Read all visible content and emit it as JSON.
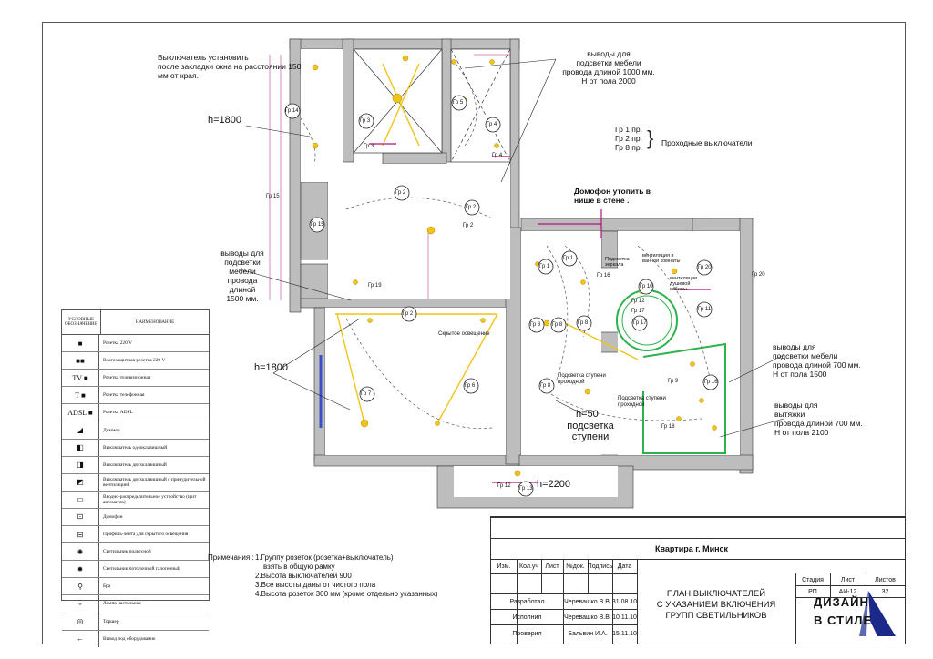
{
  "annotations": {
    "switch_note": [
      "Выключатель установить",
      "после закладки окна на расстоянии 150",
      "мм от края."
    ],
    "furniture_top": [
      "выводы для",
      "подсветки мебели",
      "провода длиной 1000 мм.",
      "Н от пола 2000"
    ],
    "pass_switches": [
      "Гр 1 пр.",
      "Гр 2 пр.",
      "Гр 8 пр."
    ],
    "pass_switches_label": "Проходные выключатели",
    "intercom": [
      "Домофон утопить в",
      "нише в стене ."
    ],
    "furniture_left": [
      "выводы для",
      "подсветки мебели",
      "провода длиной",
      "1500 мм."
    ],
    "furniture_right": [
      "выводы для",
      "подсветки мебели",
      "провода длиной 700 мм.",
      "Н от пола 1500"
    ],
    "hood": [
      "выводы для",
      "вытяжки",
      "провода длиной 700 мм.",
      "Н от пола 2100"
    ],
    "h1800_top": "h=1800",
    "h1800_left": "h=1800",
    "h50": "h=50",
    "step_light": [
      "подсветка",
      "ступени"
    ],
    "h2200": "h=2200",
    "hidden_light": "Скрытое освещение",
    "step_light_pass_1": [
      "Подсветка ступени",
      "проходной"
    ],
    "step_light_pass_2": [
      "Подсветка ступени",
      "проходной"
    ],
    "mirror_light": [
      "Подсветка",
      "зеркала"
    ],
    "vent_bath": [
      "вентиляция в",
      "ванной комнаты"
    ],
    "vent_shower": [
      "вентиляция",
      "душевой",
      "кабины."
    ]
  },
  "groups": [
    "Гр 1",
    "Гр 2",
    "Гр 3",
    "Гр 4",
    "Гр 5",
    "Гр 6",
    "Гр 7",
    "Гр 8",
    "Гр 9",
    "Гр 10",
    "Гр 11",
    "Гр 12",
    "Гр 13",
    "Гр 14",
    "Гр 15",
    "Гр 16",
    "Гр 17",
    "Гр 18",
    "Гр 19",
    "Гр 20"
  ],
  "legend": {
    "header_symbol": "УСЛОВНЫЕ ОБОЗНАЧЕНИЯ",
    "header_name": "НАИМЕНОВАНИЕ",
    "rows": [
      {
        "symbol": "■",
        "name": "Розетка 220 V"
      },
      {
        "symbol": "■■",
        "name": "Влагозащитная розетка 220 V"
      },
      {
        "symbol": "TV ■",
        "name": "Розетка телевизионная"
      },
      {
        "symbol": "T ■",
        "name": "Розетка телефонная"
      },
      {
        "symbol": "ADSL ■",
        "name": "Розетка ADSL"
      },
      {
        "symbol": "◢",
        "name": "Диммер"
      },
      {
        "symbol": "◧",
        "name": "Выключатель одноклавишный"
      },
      {
        "symbol": "◨",
        "name": "Выключатель двухклавишный"
      },
      {
        "symbol": "◩",
        "name": "Выключатель двухклавишный с принудительной вентиляцией"
      },
      {
        "symbol": "▭",
        "name": "Вводно-распределительное устройство (щит автоматов)"
      },
      {
        "symbol": "⊡",
        "name": "Домофон"
      },
      {
        "symbol": "⊟",
        "name": "Профиль-лента для скрытого освещения"
      },
      {
        "symbol": "✺",
        "name": "Светильник подвесной"
      },
      {
        "symbol": "✹",
        "name": "Светильник потолочный галогенный"
      },
      {
        "symbol": "⚲",
        "name": "Бра"
      },
      {
        "symbol": "⚬",
        "name": "Лампа настольная"
      },
      {
        "symbol": "◎",
        "name": "Торшер"
      },
      {
        "symbol": "←",
        "name": "Вывод под оборудование"
      }
    ]
  },
  "notes": {
    "title": "Примечания :",
    "items": [
      "1.Группу розеток (розетка+выключатель)",
      "взять в общую рамку",
      "2.Высота выключателей 900",
      "3.Все высоты даны от чистого пола",
      "4.Высота розеток 300 мм (кроме отдельно указанных)"
    ]
  },
  "title_block": {
    "project": "Квартира г. Минск",
    "headers": [
      "Изм.",
      "Кол.уч",
      "Лист",
      "№док.",
      "Подпись",
      "Дата"
    ],
    "people": [
      {
        "role": "Разработал",
        "name": "Черевашко В.В.",
        "date": "31.08.10"
      },
      {
        "role": "Исполнил",
        "name": "Черевашко В.В.",
        "date": "10.11.10"
      },
      {
        "role": "Проверил",
        "name": "Бальвин И.А.",
        "date": "15.11.10"
      }
    ],
    "sheet_title": [
      "ПЛАН ВЫКЛЮЧАТЕЛЕЙ",
      "С УКАЗАНИЕМ ВКЛЮЧЕНИЯ",
      "ГРУПП СВЕТИЛЬНИКОВ"
    ],
    "stage_label": "Стадия",
    "sheet_label": "Лист",
    "sheets_label": "Листов",
    "stage": "РП",
    "sheet": "АИ-12",
    "sheets": "32"
  },
  "logo": {
    "line1": "ДИЗАЙН",
    "line2": "В СТИЛЕ"
  },
  "colors": {
    "wall": "#bdbdbd",
    "line": "#222222",
    "light": "#f0c419",
    "wire": "#b0137a",
    "bath": "#2bb24c",
    "window": "#3a4fc9"
  }
}
